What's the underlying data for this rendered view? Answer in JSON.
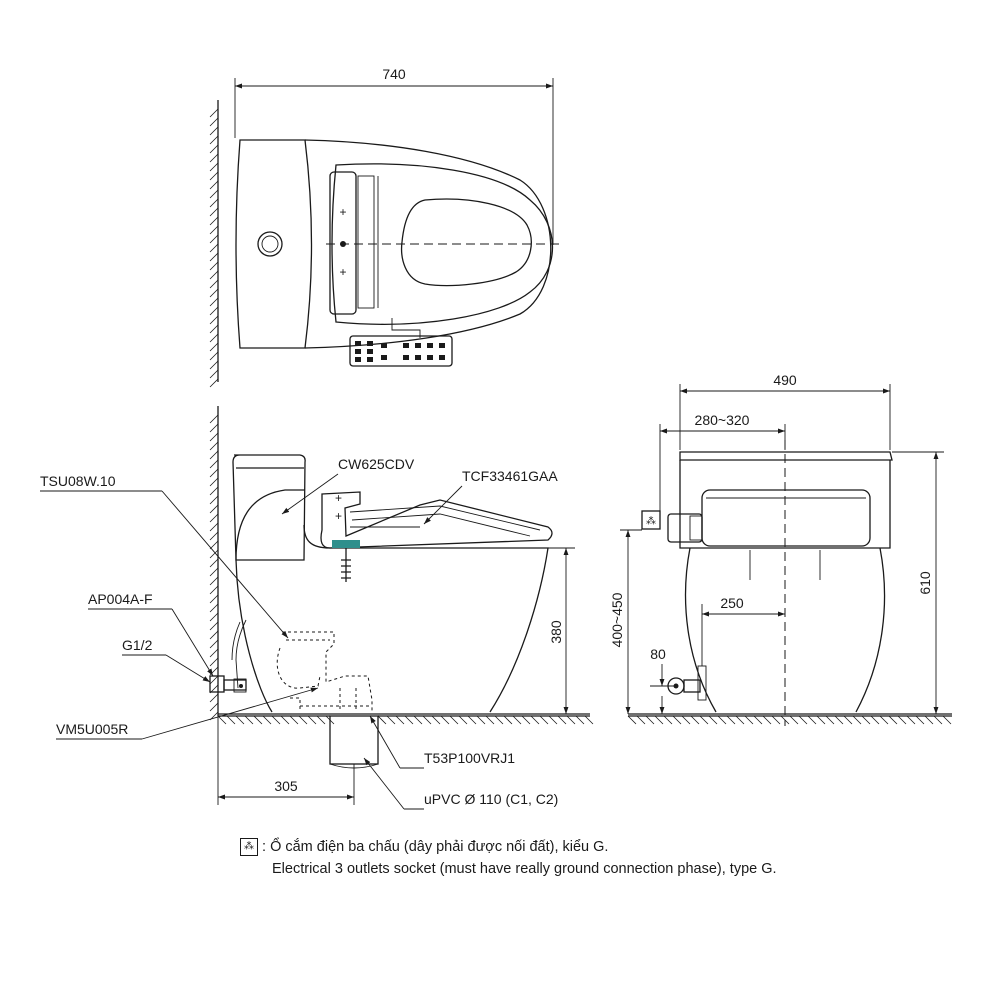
{
  "dimensions": {
    "top_width": "740",
    "side_height_floor_to_rim": "380",
    "side_drain_offset": "305",
    "front_width": "490",
    "front_socket_offset": "280~320",
    "front_total_height": "610",
    "front_socket_height": "400~450",
    "front_supply_offset": "250",
    "front_supply_height": "80"
  },
  "parts": {
    "bowl_model": "CW625CDV",
    "seat_model": "TCF33461GAA",
    "hose": "TSU08W.10",
    "angle_valve": "AP004A-F",
    "thread": "G1/2",
    "valve_kit": "VM5U005R",
    "flange": "T53P100VRJ1",
    "pipe": "uPVC Ø 110 (C1, C2)"
  },
  "icons": {
    "socket": "electrical-socket-icon"
  },
  "legend": {
    "symbol": "⁂",
    "separator": ":",
    "line_vi": "Ổ cắm điện ba chấu (dây phải được nối đất), kiểu G.",
    "line_en": "Electrical 3 outlets socket (must have really ground connection phase), type G."
  }
}
